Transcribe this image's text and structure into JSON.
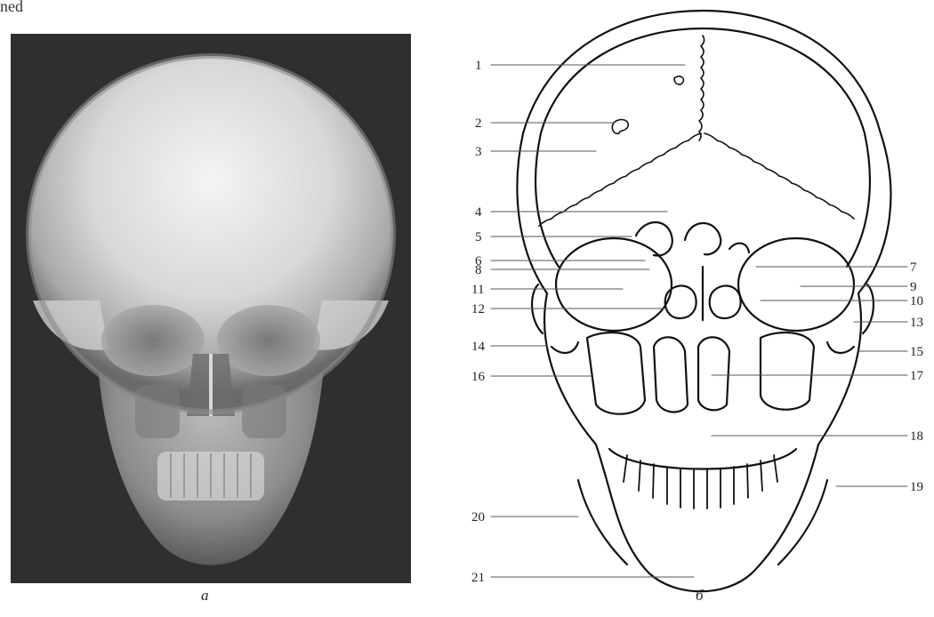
{
  "top_fragment": "ned",
  "captions": {
    "a": "а",
    "b": "б"
  },
  "labels_left": [
    "1",
    "2",
    "3",
    "4",
    "5",
    "6",
    "8",
    "11",
    "12",
    "14",
    "16",
    "20",
    "21"
  ],
  "labels_right": [
    "7",
    "9",
    "10",
    "13",
    "15",
    "17",
    "18",
    "19"
  ]
}
